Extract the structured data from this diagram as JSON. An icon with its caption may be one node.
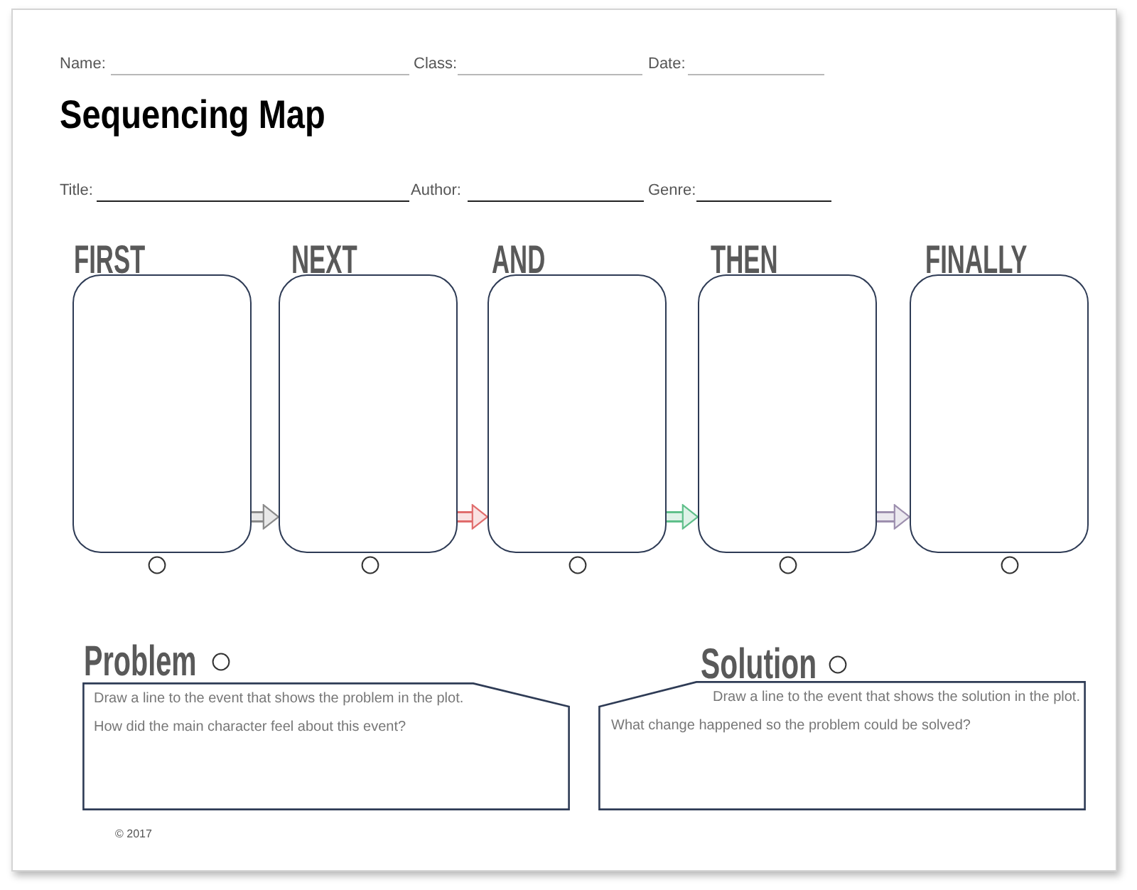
{
  "diagram": {
    "title": "Sequencing Map",
    "nodes": [
      {
        "text": [
          "FIRST"
        ]
      },
      {
        "text": [
          "NEXT"
        ]
      },
      {
        "text": [
          "AND"
        ]
      },
      {
        "text": [
          "THEN"
        ]
      },
      {
        "text": [
          "FINALLY"
        ]
      },
      {
        "text": [],
        "shape": "circle"
      },
      {
        "text": [],
        "shape": "circle"
      },
      {
        "text": [],
        "shape": "circle"
      },
      {
        "text": [],
        "shape": "circle"
      },
      {
        "text": [],
        "shape": "circle"
      },
      {
        "text": [
          "Problem",
          "Draw a line to the event that shows the problem in the plot.",
          "How did the main character feel about this event?"
        ]
      },
      {
        "text": [],
        "shape": "circle"
      },
      {
        "text": [
          "Solution",
          "Draw a line to the event that shows the solution in the plot.",
          "What change happened so the problem could be solved?"
        ]
      },
      {
        "text": [],
        "shape": "circle"
      }
    ],
    "edges": [
      {
        "from": 0,
        "to": 1,
        "arrow": "to",
        "color": "#8a8a8a"
      },
      {
        "from": 1,
        "to": 2,
        "arrow": "to",
        "color": "#e06c6c"
      },
      {
        "from": 2,
        "to": 3,
        "arrow": "to",
        "color": "#5fbf8a"
      },
      {
        "from": 3,
        "to": 4,
        "arrow": "to",
        "color": "#9d8fae"
      }
    ],
    "labels": [
      "Name:",
      "Class:",
      "Date:",
      "Title:",
      "Author:",
      "Genre:",
      "© 2017"
    ]
  }
}
